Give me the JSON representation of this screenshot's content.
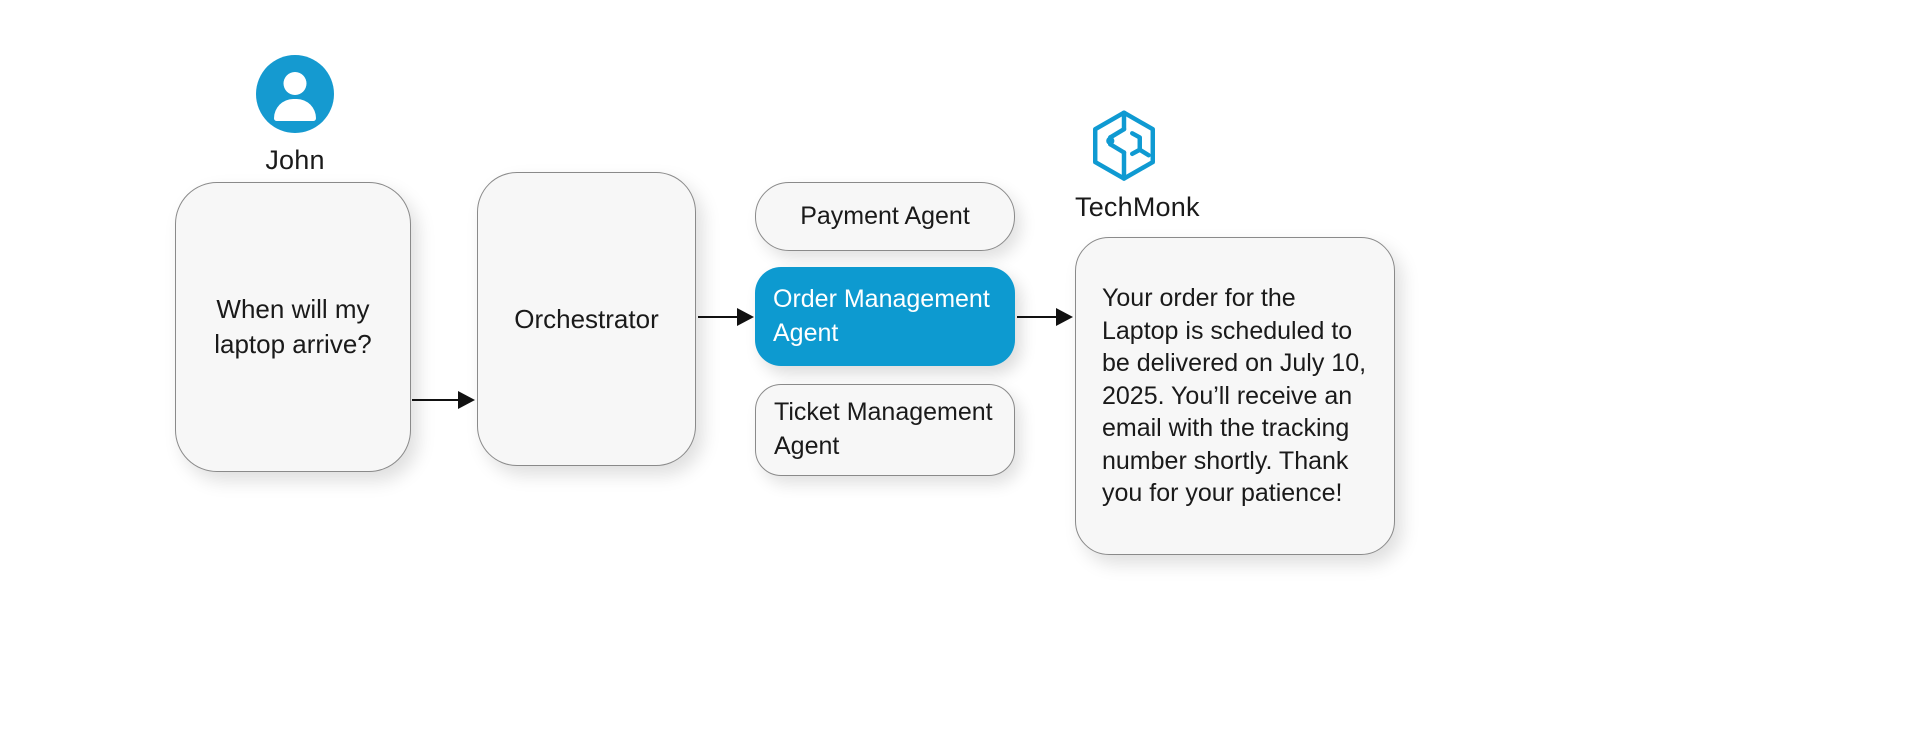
{
  "user": {
    "name": "John",
    "avatar_icon": "user-avatar-icon",
    "avatar_color": "#159ad0"
  },
  "question": {
    "text": "When will my laptop arrive?"
  },
  "orchestrator": {
    "label": "Orchestrator"
  },
  "agents": {
    "items": [
      {
        "label": "Payment Agent",
        "selected": false
      },
      {
        "label": "Order Management Agent",
        "selected": true
      },
      {
        "label": "Ticket Management Agent",
        "selected": false
      }
    ],
    "selected_color": "#0d9ad0",
    "selected_text_color": "#ffffff"
  },
  "brand": {
    "name": "TechMonk",
    "logo_icon": "techmonk-hexagon-logo-icon",
    "logo_color": "#0f9ad2"
  },
  "response": {
    "text": "Your order for the Laptop is scheduled to be delivered on July 10, 2025. You’ll receive an email with the tracking number shortly. Thank you for your patience!"
  },
  "flow": {
    "arrows": [
      {
        "name": "arrow-question-to-orchestrator"
      },
      {
        "name": "arrow-orchestrator-to-agent"
      },
      {
        "name": "arrow-agent-to-response"
      }
    ]
  },
  "theme": {
    "background": "#ffffff",
    "card_background": "#f7f7f7",
    "card_border": "#8a8a8a",
    "text_color": "#1a1a1a"
  }
}
